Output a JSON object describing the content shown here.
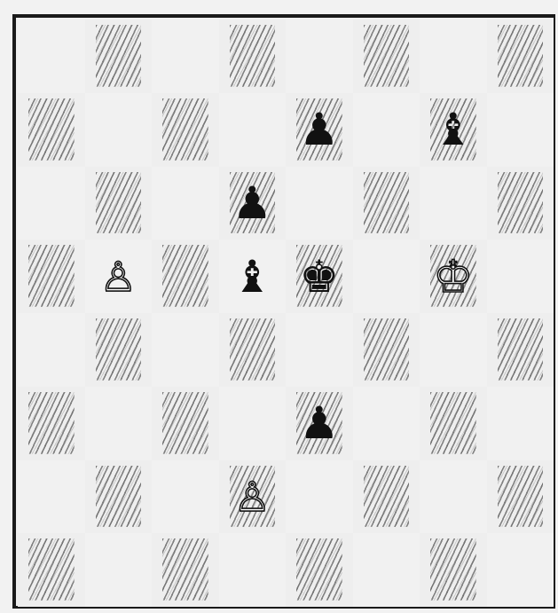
{
  "diagram": {
    "files": [
      "a",
      "b",
      "c",
      "d",
      "e",
      "f",
      "g",
      "h"
    ],
    "ranks": [
      8,
      7,
      6,
      5,
      4,
      3,
      2,
      1
    ],
    "pieces": [
      {
        "square": "e7",
        "color": "black",
        "type": "pawn",
        "glyph": "♟"
      },
      {
        "square": "g7",
        "color": "black",
        "type": "bishop",
        "glyph": "♝"
      },
      {
        "square": "d6",
        "color": "black",
        "type": "pawn",
        "glyph": "♟"
      },
      {
        "square": "b5",
        "color": "white",
        "type": "pawn",
        "glyph": "♙"
      },
      {
        "square": "d5",
        "color": "black",
        "type": "bishop",
        "glyph": "♝"
      },
      {
        "square": "e5",
        "color": "black",
        "type": "king",
        "glyph": "♚"
      },
      {
        "square": "g5",
        "color": "white",
        "type": "king",
        "glyph": "♔"
      },
      {
        "square": "e3",
        "color": "black",
        "type": "pawn",
        "glyph": "♟"
      },
      {
        "square": "d2",
        "color": "white",
        "type": "pawn",
        "glyph": "♙"
      }
    ]
  },
  "colors": {
    "light_square": "#f1f1f1",
    "dark_square_hatch": "#282828",
    "border": "#1a1a1a"
  }
}
